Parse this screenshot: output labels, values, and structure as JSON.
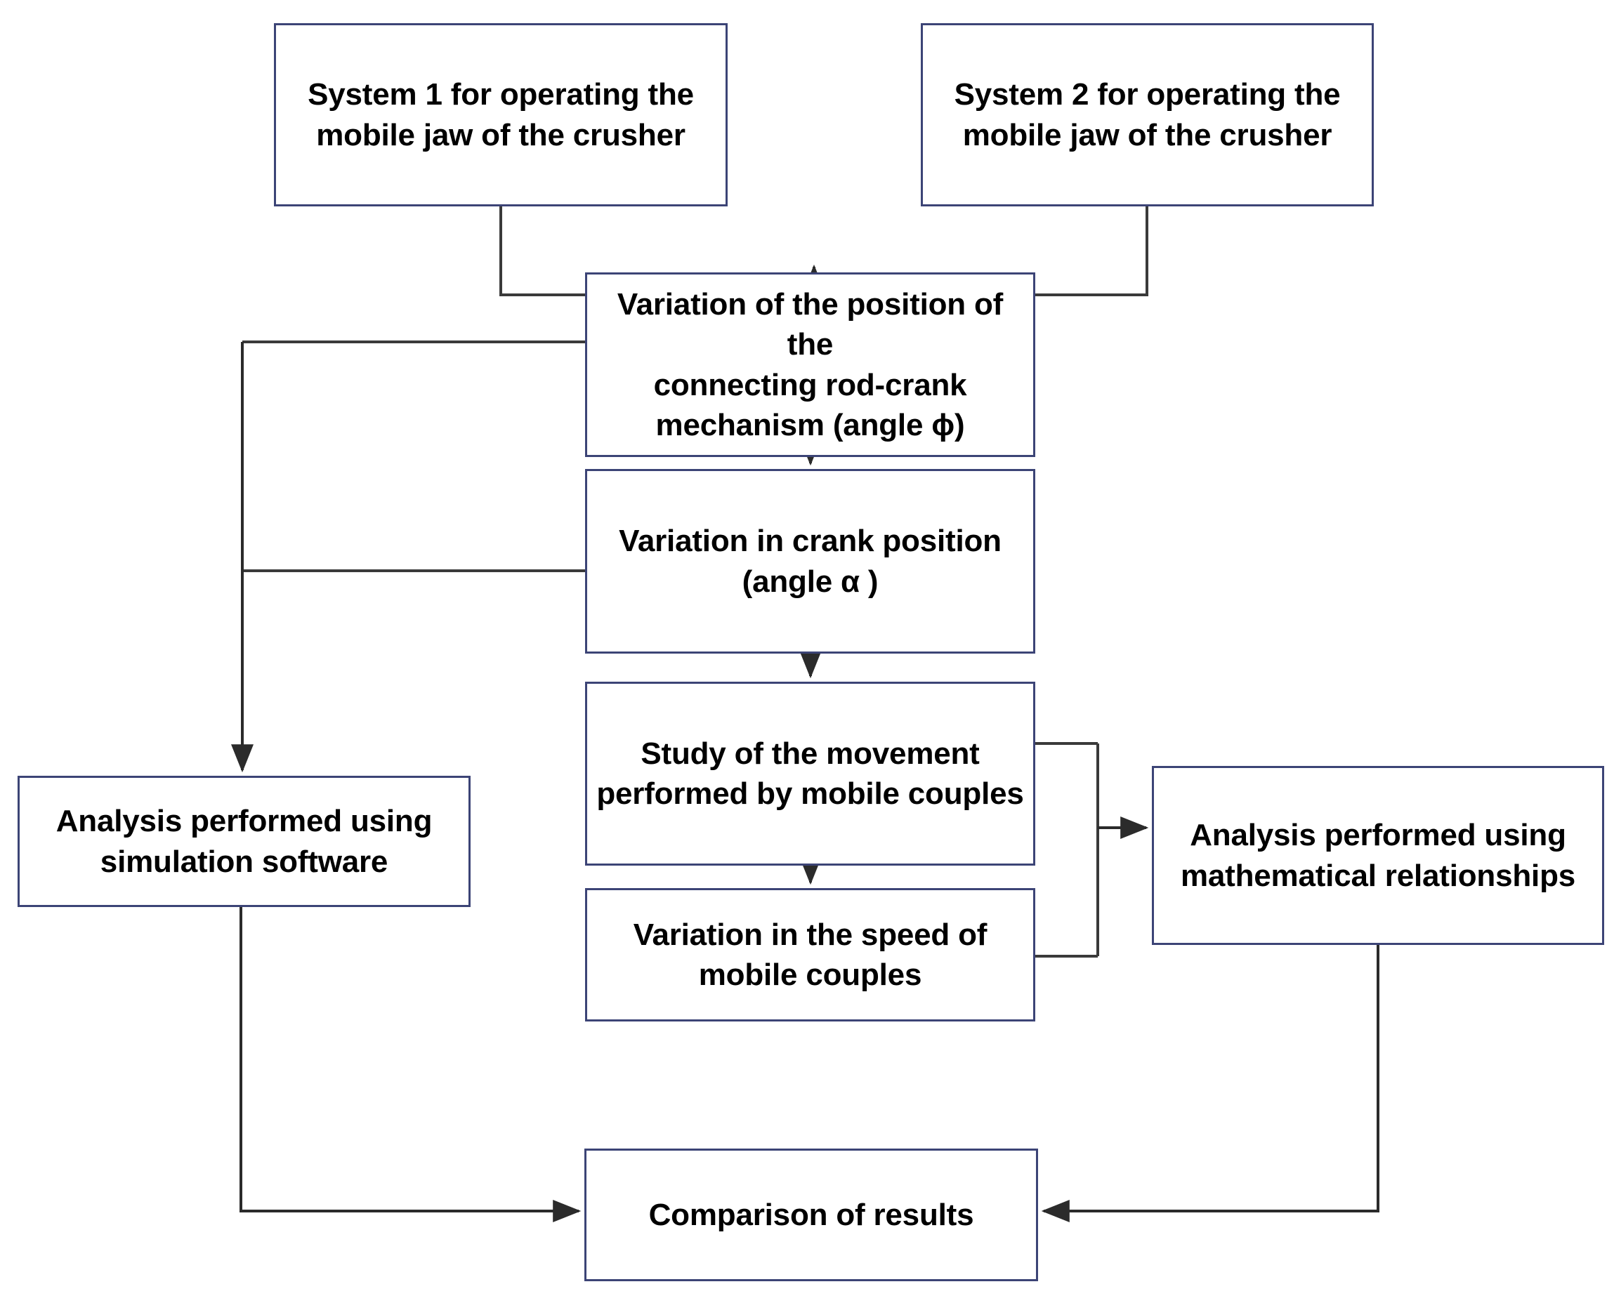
{
  "diagram": {
    "title": "Research methodology flowchart for crusher mobile jaw operating systems",
    "background_color": "#ffffff",
    "box_border_color": "#3c4476",
    "connector_color": "#3a3a3a",
    "text_color": "#000000",
    "nodes": [
      {
        "id": "system1",
        "label": "System 1 for operating the\nmobile jaw of the crusher"
      },
      {
        "id": "system2",
        "label": "System 2 for operating the\nmobile jaw of the crusher"
      },
      {
        "id": "rodcrank",
        "label": "Variation of the position of the\nconnecting rod-crank\nmechanism (angle ϕ)"
      },
      {
        "id": "crank",
        "label": "Variation in crank position\n(angle α )"
      },
      {
        "id": "study",
        "label": "Study of the movement\nperformed by mobile couples"
      },
      {
        "id": "speed",
        "label": "Variation in the speed of\nmobile couples"
      },
      {
        "id": "math",
        "label": "Analysis performed using\nmathematical relationships"
      },
      {
        "id": "sim",
        "label": "Analysis performed using\nsimulation software"
      },
      {
        "id": "compare",
        "label": "Comparison of results"
      }
    ],
    "edges": [
      {
        "from": "system1",
        "to": "rodcrank",
        "style": "elbow-merge-down",
        "arrow": true
      },
      {
        "from": "system2",
        "to": "rodcrank",
        "style": "elbow-merge-down",
        "arrow": true
      },
      {
        "from": "rodcrank",
        "to": "crank",
        "style": "straight-down",
        "arrow": true
      },
      {
        "from": "rodcrank",
        "to": "sim",
        "style": "left-elbow-down",
        "arrow": true
      },
      {
        "from": "crank",
        "to": "sim",
        "style": "left-elbow-down",
        "arrow": true
      },
      {
        "from": "crank",
        "to": "study",
        "style": "straight-down",
        "arrow": true
      },
      {
        "from": "study",
        "to": "speed",
        "style": "straight-down",
        "arrow": true
      },
      {
        "from": "study",
        "to": "math",
        "style": "right-elbow",
        "arrow": true
      },
      {
        "from": "speed",
        "to": "math",
        "style": "right-elbow",
        "arrow": true
      },
      {
        "from": "sim",
        "to": "compare",
        "style": "left-elbow-down",
        "arrow": true
      },
      {
        "from": "math",
        "to": "compare",
        "style": "right-elbow-down",
        "arrow": true
      }
    ]
  }
}
